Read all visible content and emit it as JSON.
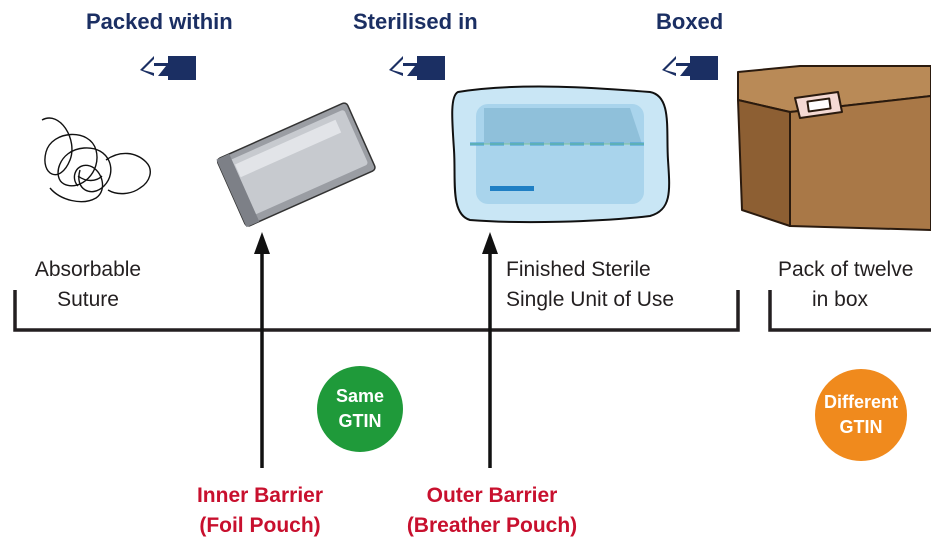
{
  "steps": [
    "Packed within",
    "Sterilised in",
    "Boxed"
  ],
  "items": {
    "suture": [
      "Absorbable",
      "Suture"
    ],
    "unit": [
      "Finished Sterile",
      "Single Unit of Use"
    ],
    "box": [
      "Pack of twelve",
      "in box"
    ]
  },
  "barriers": {
    "inner": [
      "Inner Barrier",
      "(Foil Pouch)"
    ],
    "outer": [
      "Outer Barrier",
      "(Breather Pouch)"
    ]
  },
  "badges": {
    "same": [
      "Same",
      "GTIN"
    ],
    "different": [
      "Different",
      "GTIN"
    ]
  },
  "colors": {
    "navy": "#1b2f63",
    "red": "#c8102e",
    "green": "#1f9a3a",
    "orange": "#f08a1d",
    "bracket": "#231f20"
  }
}
